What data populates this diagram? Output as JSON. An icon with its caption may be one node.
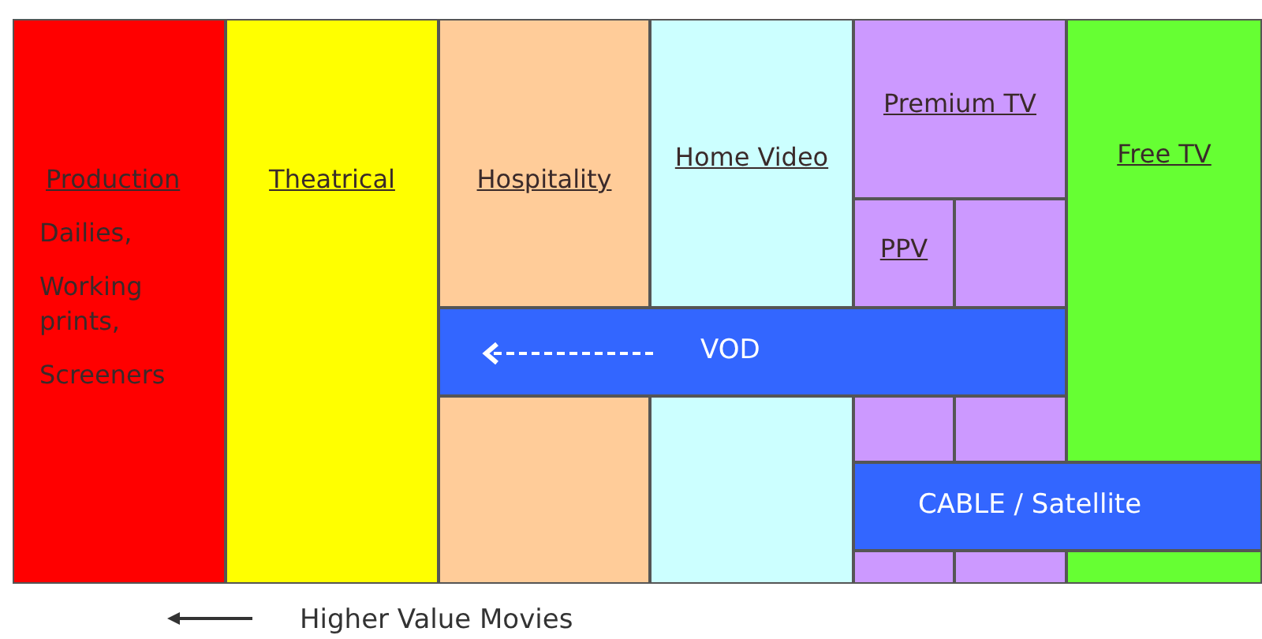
{
  "diagram": {
    "nodes": [
      {
        "text": [
          "Production",
          "Dailies,",
          "Working prints,",
          "Screeners"
        ]
      },
      {
        "text": [
          "Theatrical"
        ]
      },
      {
        "text": [
          "Hospitality"
        ]
      },
      {
        "text": [
          "Home Video"
        ]
      },
      {
        "text": [
          "Premium TV"
        ]
      },
      {
        "text": [
          "PPV"
        ]
      },
      {
        "text": [],
        "shape": "box"
      },
      {
        "text": [
          "Free TV"
        ]
      },
      {
        "text": [
          "VOD"
        ]
      },
      {
        "text": [
          "CABLE / Satellite"
        ]
      },
      {
        "text": [],
        "shape": "box"
      },
      {
        "text": [],
        "shape": "box"
      },
      {
        "text": [],
        "shape": "box"
      },
      {
        "text": [],
        "shape": "box"
      },
      {
        "text": [],
        "shape": "box"
      },
      {
        "text": [],
        "shape": "box"
      },
      {
        "text": [],
        "shape": "box"
      }
    ],
    "labels": [
      "Higher Value Movies"
    ]
  }
}
